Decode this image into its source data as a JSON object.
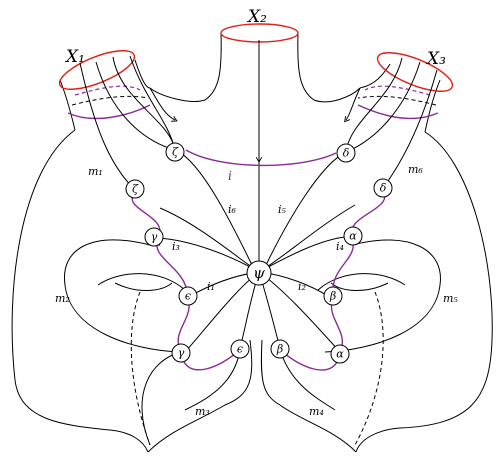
{
  "boundary_labels": {
    "x1": "X₁",
    "x2": "X₂",
    "x3": "X₃"
  },
  "center_label": "ψ",
  "arc_label": "i",
  "node_labels": {
    "zeta": "ζ",
    "delta": "δ",
    "gamma": "γ",
    "alpha": "α",
    "epsilon": "ϵ",
    "beta": "β"
  },
  "edge_labels": {
    "i1": "i₁",
    "i2": "i₂",
    "i3": "i₃",
    "i4": "i₄",
    "i5": "i₅",
    "i6": "i₆",
    "m1": "m₁",
    "m2": "m₂",
    "m3": "m₃",
    "m4": "m₄",
    "m5": "m₅",
    "m6": "m₆"
  }
}
